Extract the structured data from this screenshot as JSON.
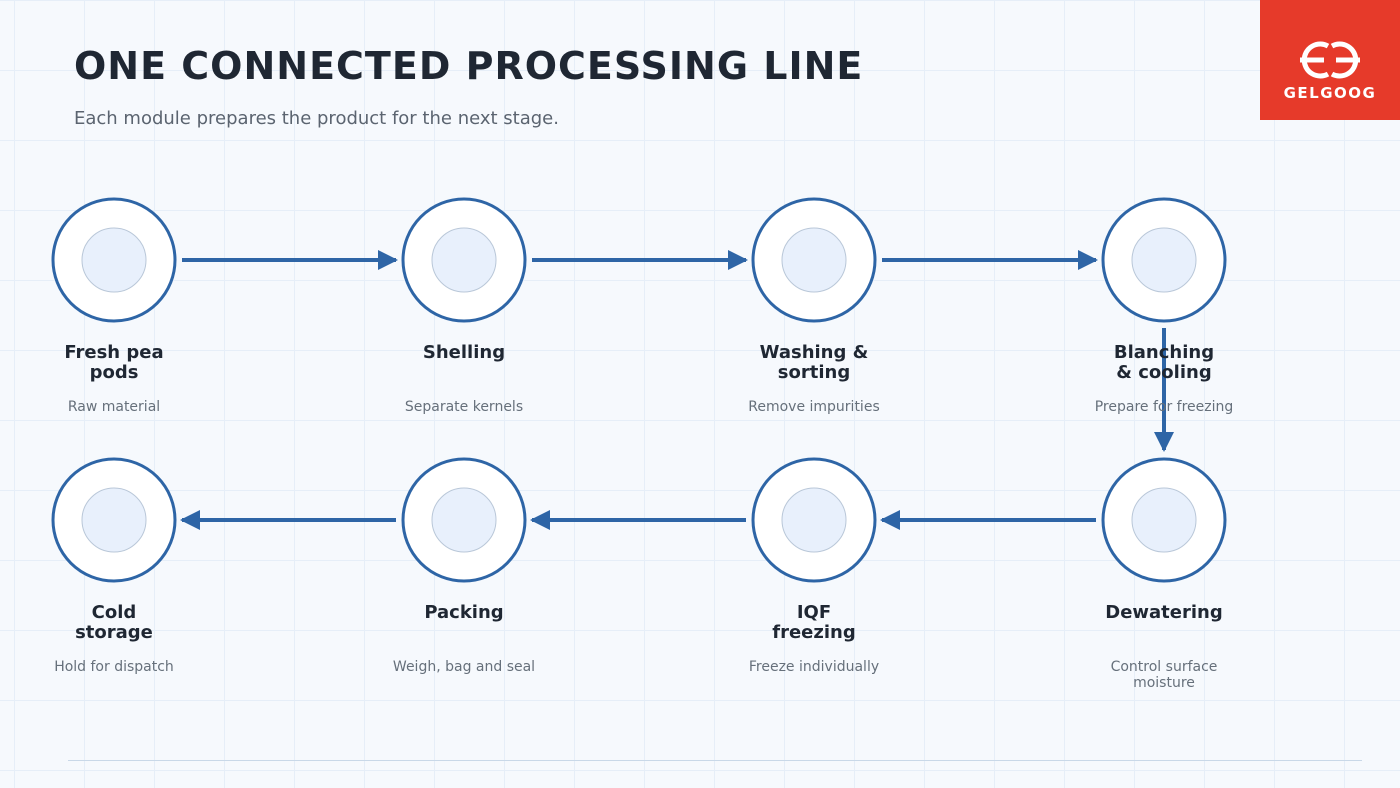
{
  "header": {
    "title": "ONE CONNECTED PROCESSING LINE",
    "subtitle": "Each module prepares the product for the next stage."
  },
  "logo": {
    "text": "GELGOOG",
    "icon": "gelgoog-logo-icon",
    "background": "#e63a2a"
  },
  "colors": {
    "accent": "#2e65a6",
    "node_fill": "#e8f0fc"
  },
  "steps": [
    {
      "name": "Fresh pea pods",
      "desc": "Raw material"
    },
    {
      "name": "Shelling",
      "desc": "Separate kernels"
    },
    {
      "name": "Washing & sorting",
      "desc": "Remove impurities"
    },
    {
      "name": "Blanching & cooling",
      "desc": "Prepare for freezing"
    },
    {
      "name": "Dewatering",
      "desc": "Control surface moisture"
    },
    {
      "name": "IQF freezing",
      "desc": "Freeze individually"
    },
    {
      "name": "Packing",
      "desc": "Weigh, bag and seal"
    },
    {
      "name": "Cold storage",
      "desc": "Hold for dispatch"
    }
  ]
}
